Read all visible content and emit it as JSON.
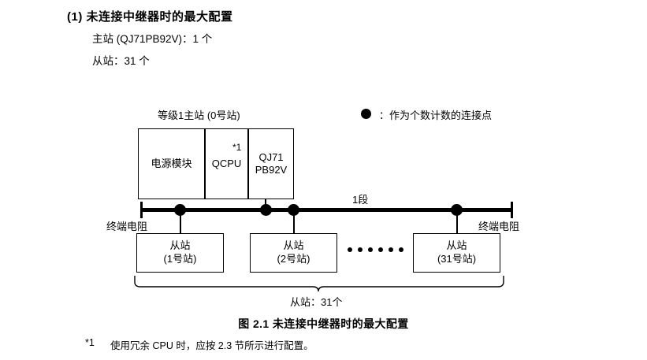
{
  "heading": {
    "number": "(1)",
    "title": "(1) 未连接中继器时的最大配置",
    "line1": "主站 (QJ71PB92V)：1 个",
    "line2": "从站：31 个"
  },
  "legend": {
    "symbol": "●",
    "text": "：作为个数计数的连接点"
  },
  "diagram": {
    "master_label": "等级1主站 (0号站)",
    "units": [
      {
        "name": "power-module",
        "label": "电源模块"
      },
      {
        "name": "qcpu",
        "label": "QCPU"
      },
      {
        "name": "qj71pb92v",
        "label": "QJ71\nPB92V"
      }
    ],
    "star_note": "*1",
    "segment_label": "1段",
    "terminator_left": "终端电阻",
    "terminator_right": "终端电阻",
    "slaves": [
      {
        "title": "从站",
        "sub": "(1号站)"
      },
      {
        "title": "从站",
        "sub": "(2号站)"
      },
      {
        "title": "从站",
        "sub": "(31号站)"
      }
    ],
    "ellipsis_count": 6,
    "brace_label": "从站：31个"
  },
  "caption": "图 2.1  未连接中继器时的最大配置",
  "footnote": {
    "mark": "*1",
    "text": "使用冗余 CPU 时，应按 2.3 节所示进行配置。"
  },
  "colors": {
    "ink": "#000000",
    "background": "#ffffff"
  }
}
